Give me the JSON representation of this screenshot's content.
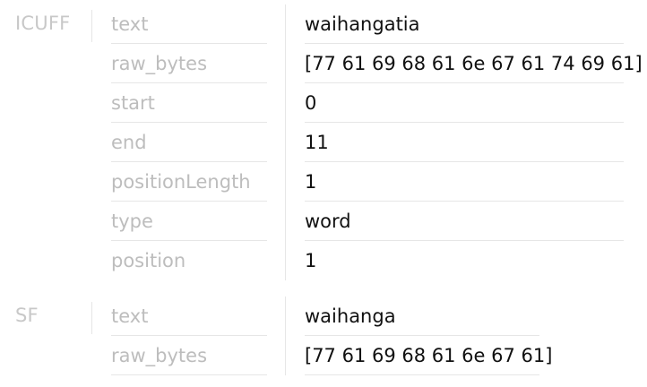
{
  "stages": [
    {
      "name": "ICUFF",
      "attributes": [
        {
          "key": "text",
          "value": "waihangatia"
        },
        {
          "key": "raw_bytes",
          "value": "[77 61 69 68 61 6e 67 61 74 69 61]"
        },
        {
          "key": "start",
          "value": "0"
        },
        {
          "key": "end",
          "value": "11"
        },
        {
          "key": "positionLength",
          "value": "1"
        },
        {
          "key": "type",
          "value": "word"
        },
        {
          "key": "position",
          "value": "1"
        }
      ]
    },
    {
      "name": "SF",
      "attributes": [
        {
          "key": "text",
          "value": "waihanga"
        },
        {
          "key": "raw_bytes",
          "value": "[77 61 69 68 61 6e 67 61]"
        }
      ]
    }
  ]
}
